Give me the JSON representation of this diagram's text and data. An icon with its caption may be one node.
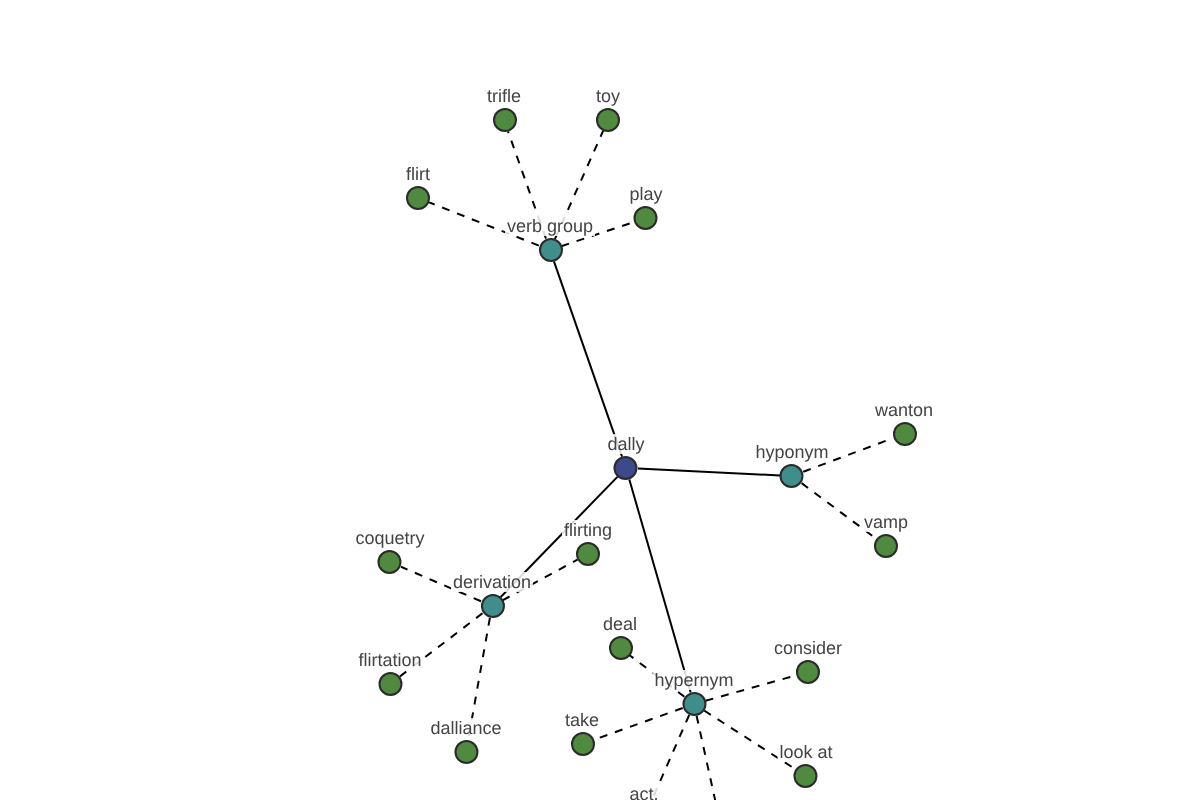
{
  "diagram": {
    "nodes": [
      {
        "text": [
          "verb group"
        ]
      },
      {
        "text": [
          "trifle"
        ]
      },
      {
        "text": [
          "toy"
        ]
      },
      {
        "text": [
          "flirt"
        ]
      },
      {
        "text": [
          "play"
        ]
      },
      {
        "text": [
          "dally"
        ]
      },
      {
        "text": [
          "hyponym"
        ]
      },
      {
        "text": [
          "wanton"
        ]
      },
      {
        "text": [
          "vamp"
        ]
      },
      {
        "text": [
          "derivation"
        ]
      },
      {
        "text": [
          "coquetry"
        ]
      },
      {
        "text": [
          "flirting"
        ]
      },
      {
        "text": [
          "flirtation"
        ]
      },
      {
        "text": [
          "dalliance"
        ]
      },
      {
        "text": [
          "hypernym"
        ]
      },
      {
        "text": [
          "deal"
        ]
      },
      {
        "text": [
          "consider"
        ]
      },
      {
        "text": [
          "take"
        ]
      },
      {
        "text": [
          "look at"
        ]
      },
      {
        "text": [
          "act."
        ]
      }
    ],
    "edges": [
      {
        "from": 5,
        "to": 0,
        "arrow": "none"
      },
      {
        "from": 5,
        "to": 6,
        "arrow": "none"
      },
      {
        "from": 5,
        "to": 9,
        "arrow": "none"
      },
      {
        "from": 5,
        "to": 14,
        "arrow": "none"
      },
      {
        "from": 0,
        "to": 1,
        "arrow": "none",
        "style": "dashed"
      },
      {
        "from": 0,
        "to": 2,
        "arrow": "none",
        "style": "dashed"
      },
      {
        "from": 0,
        "to": 3,
        "arrow": "none",
        "style": "dashed"
      },
      {
        "from": 0,
        "to": 4,
        "arrow": "none",
        "style": "dashed"
      },
      {
        "from": 6,
        "to": 7,
        "arrow": "none",
        "style": "dashed"
      },
      {
        "from": 6,
        "to": 8,
        "arrow": "none",
        "style": "dashed"
      },
      {
        "from": 9,
        "to": 10,
        "arrow": "none",
        "style": "dashed"
      },
      {
        "from": 9,
        "to": 11,
        "arrow": "none",
        "style": "dashed"
      },
      {
        "from": 9,
        "to": 12,
        "arrow": "none",
        "style": "dashed"
      },
      {
        "from": 9,
        "to": 13,
        "arrow": "none",
        "style": "dashed"
      },
      {
        "from": 14,
        "to": 15,
        "arrow": "none",
        "style": "dashed"
      },
      {
        "from": 14,
        "to": 16,
        "arrow": "none",
        "style": "dashed"
      },
      {
        "from": 14,
        "to": 17,
        "arrow": "none",
        "style": "dashed"
      },
      {
        "from": 14,
        "to": 18,
        "arrow": "none",
        "style": "dashed"
      },
      {
        "from": 14,
        "to": 19,
        "arrow": "none",
        "style": "dashed"
      },
      {
        "from": 14,
        "to": null,
        "arrow": "none",
        "style": "dashed"
      }
    ]
  }
}
